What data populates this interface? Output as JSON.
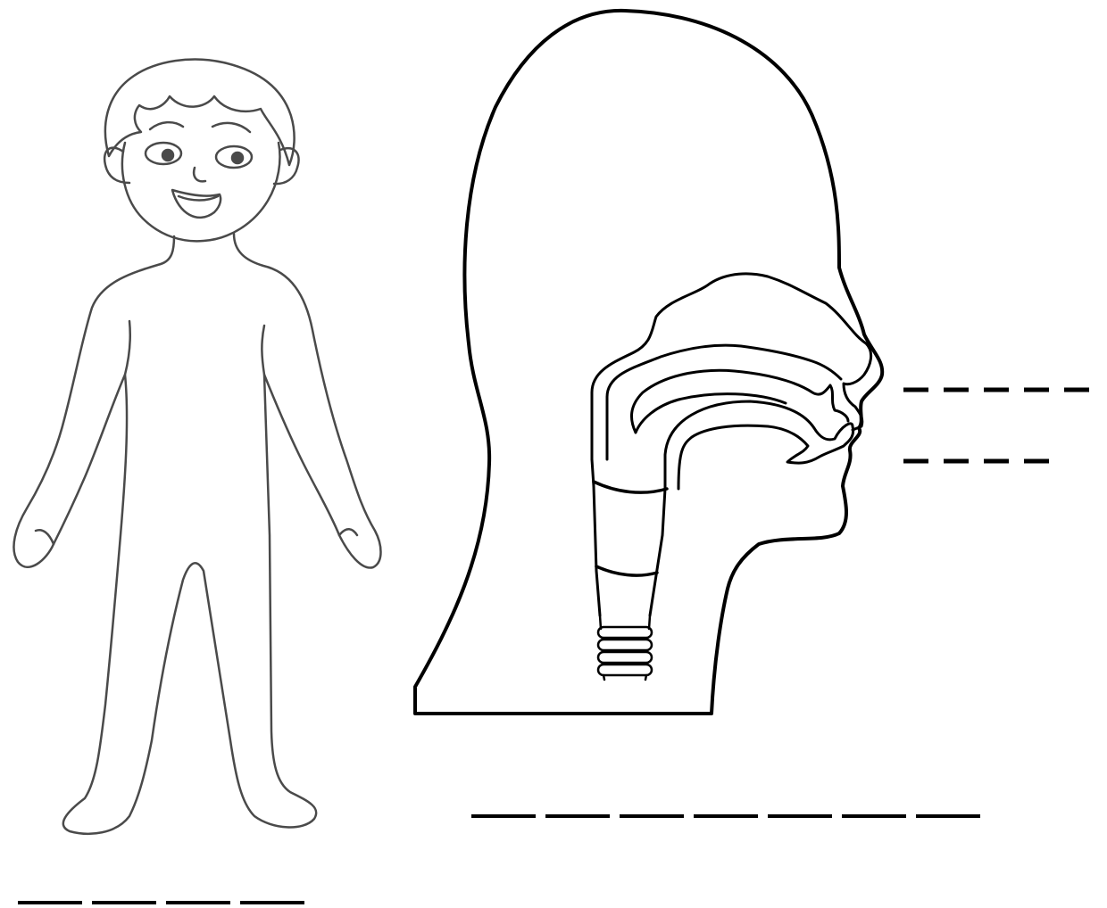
{
  "figure": {
    "child": {
      "icon": "child-body-outline"
    },
    "head": {
      "icon": "head-cross-section-respiratory"
    },
    "blanks": {
      "nose_label_blank": {
        "letter_count": 5
      },
      "mouth_label_blank": {
        "letter_count": 4
      },
      "windpipe_label_blank": {
        "letter_count": 7
      },
      "body_label_blank": {
        "letter_count": 4
      }
    }
  }
}
